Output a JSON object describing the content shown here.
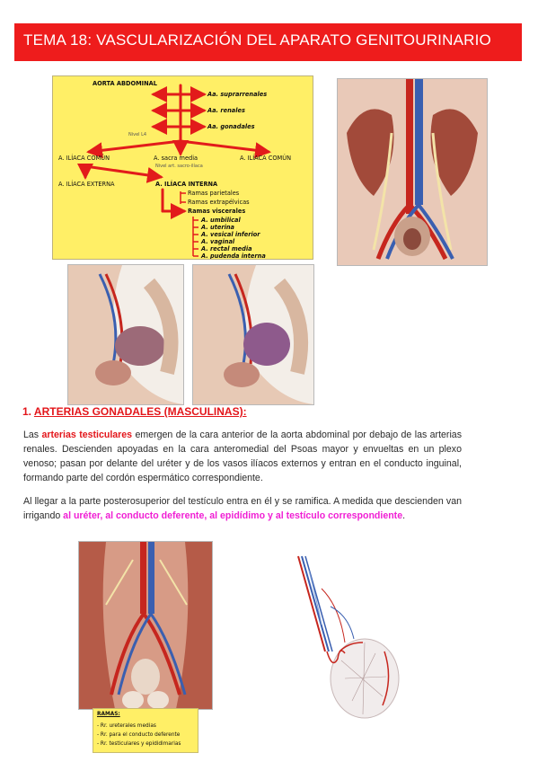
{
  "title": "TEMA 18: VASCULARIZACIÓN DEL APARATO GENITOURINARIO",
  "diagram": {
    "aorta": "AORTA ABDOMINAL",
    "branches_top": [
      "Aa. suprarrenales",
      "Aa. renales",
      "Aa. gonadales"
    ],
    "nivel_l4": "Nivel L4",
    "iliaca_comun_left": "A. ILÍACA COMÚN",
    "sacra_media": "A. sacra media",
    "iliaca_comun_right": "A. ILÍACA COMÚN",
    "nivel_art": "Nivel art. sacro-ilíaca",
    "iliaca_externa": "A. ILÍACA EXTERNA",
    "iliaca_interna": "A. ILÍACA INTERNA",
    "ramas_parietales": "Ramas parietales",
    "ramas_extrapelvicas": "Ramas extrapélvicas",
    "ramas_viscerales": "Ramas viscerales",
    "viscerales": [
      "A. umbilical",
      "A. uterina",
      "A. vesical inferior",
      "A. vaginal",
      "A. rectal media",
      "A. pudenda interna"
    ]
  },
  "section": {
    "number": "1.",
    "heading": "ARTERIAS GONADALES (MASCULINAS):"
  },
  "paragraph1": {
    "pre": "Las ",
    "highlight": "arterias testiculares",
    "post": " emergen de la cara anterior de la aorta abdominal por debajo de las arterias renales. Descienden apoyadas en la cara anteromedial del Psoas mayor y envueltas en un plexo venoso; pasan por delante del uréter y de los vasos ilíacos externos y entran en el conducto inguinal, formando parte del cordón espermático correspondiente."
  },
  "paragraph2": {
    "pre": "Al llegar a la parte posterosuperior del testículo entra en él y se ramifica. A medida que descienden van irrigando ",
    "highlight": "al uréter, al conducto deferente, al epidídimo y al testículo correspondiente",
    "post": "."
  },
  "ramas_box": {
    "title": "RAMAS:",
    "items": [
      "- Rr. ureterales medias",
      "- Rr. para el conducto deferente",
      "- Rr. testiculares y epididimarias"
    ]
  },
  "colors": {
    "title_bg": "#ee1c1c",
    "highlight_red": "#e3151a",
    "highlight_pink": "#f01fd4",
    "diagram_bg": "#ffef66",
    "arrow": "#e21b1b"
  }
}
